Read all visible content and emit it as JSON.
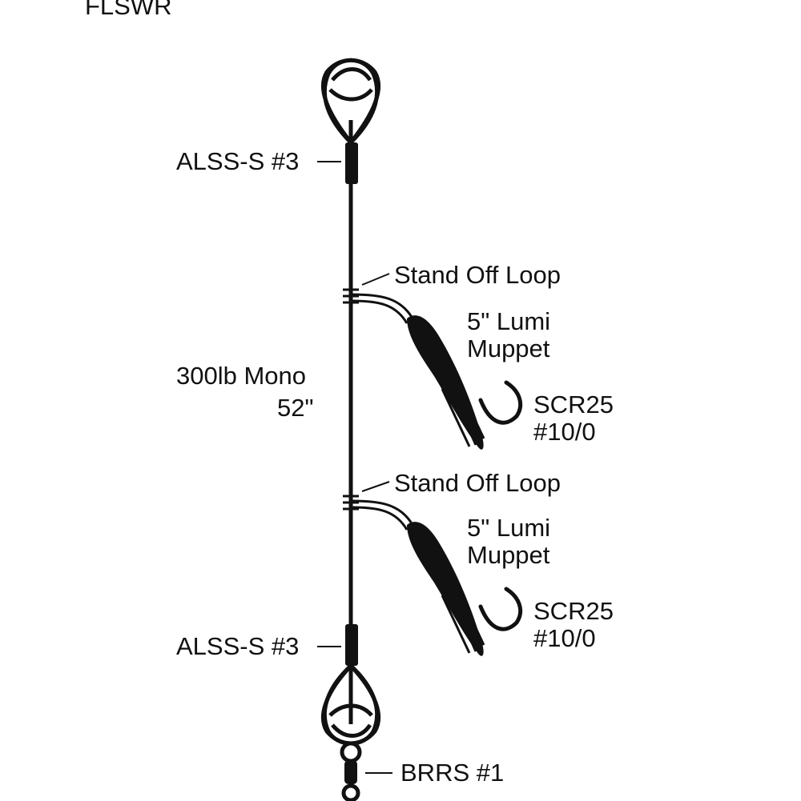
{
  "title": "FLSWR",
  "labels": {
    "top_sleeve": "ALSS-S #3",
    "bottom_sleeve": "ALSS-S #3",
    "standoff_1": "Stand Off Loop",
    "standoff_2": "Stand Off Loop",
    "lure_1_line1": "5\" Lumi",
    "lure_1_line2": "Muppet",
    "lure_2_line1": "5\" Lumi",
    "lure_2_line2": "Muppet",
    "hook_1_line1": "SCR25",
    "hook_1_line2": "#10/0",
    "hook_2_line1": "SCR25",
    "hook_2_line2": "#10/0",
    "mono_line1": "300lb Mono",
    "mono_line2": "52\"",
    "swivel": "BRRS #1"
  },
  "colors": {
    "ink": "#111111",
    "background": "#ffffff"
  }
}
